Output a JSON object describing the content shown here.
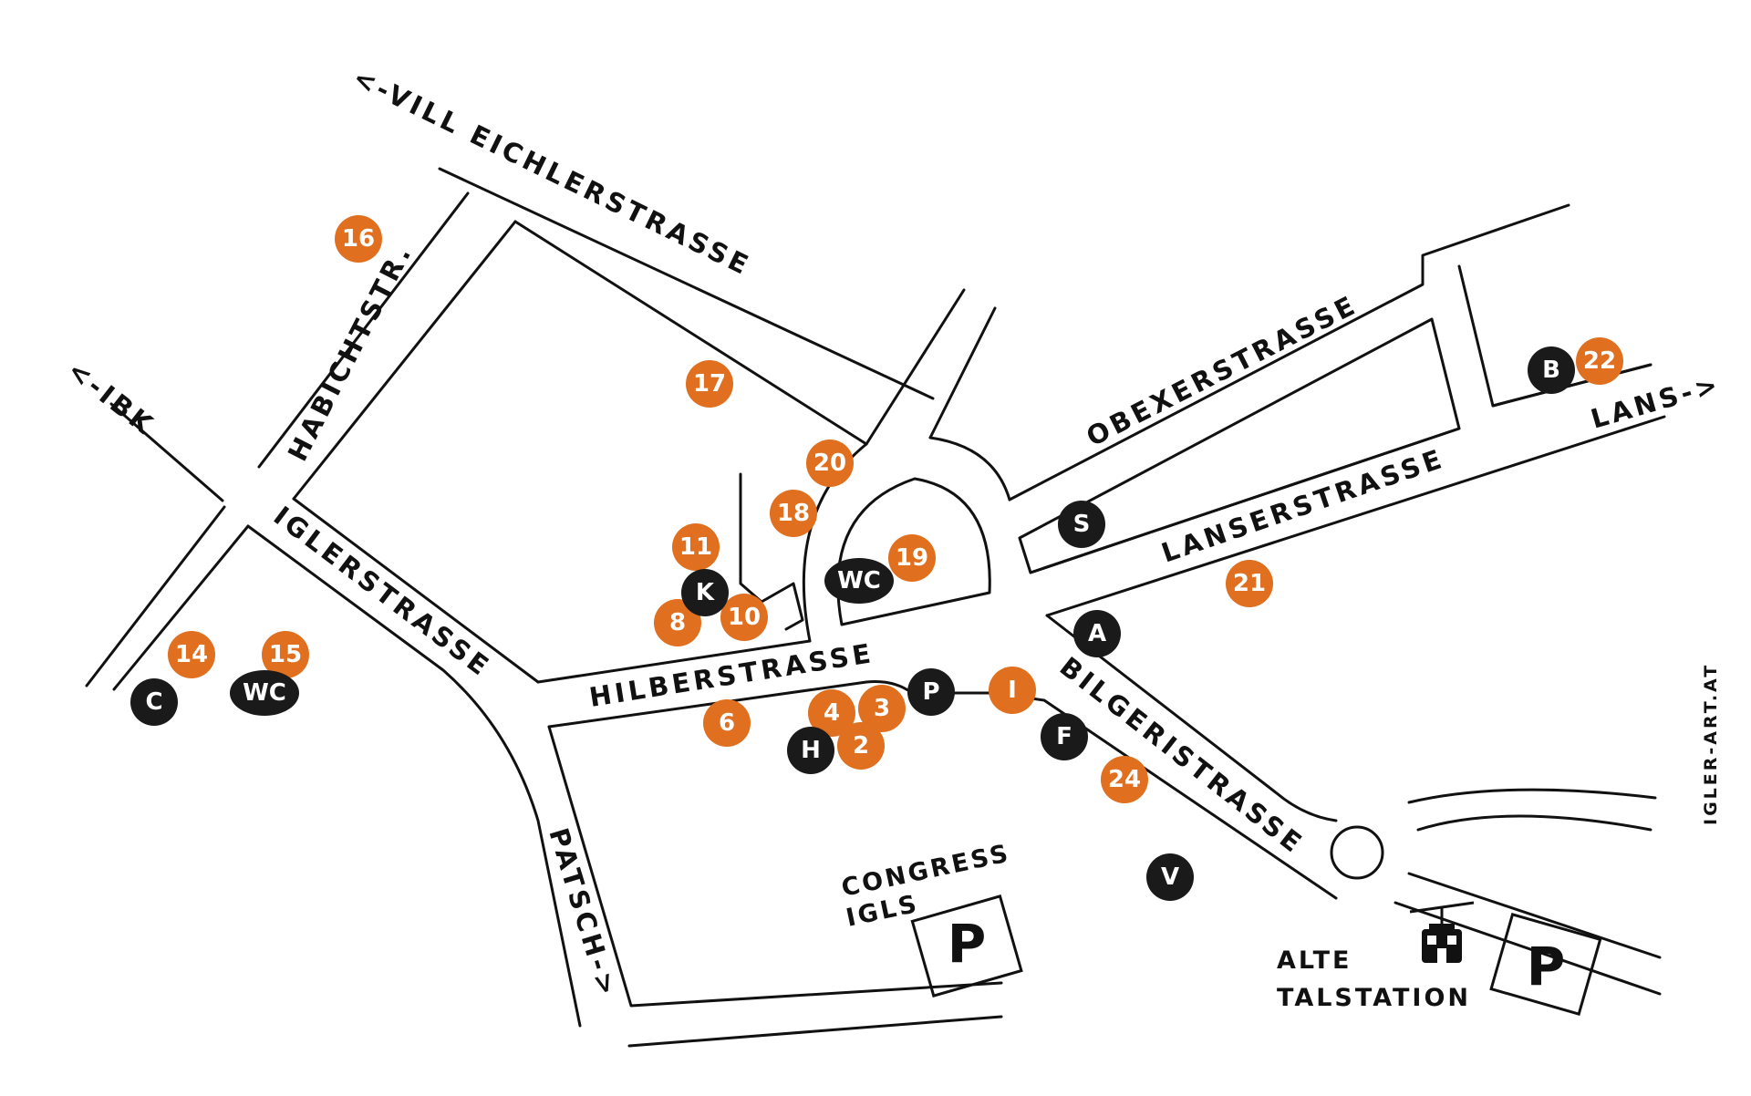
{
  "map": {
    "colors": {
      "orange": "#E07020",
      "black": "#1A1A1A",
      "road": "#111111",
      "background": "#FFFFFF"
    },
    "streets": {
      "vill_eichlerstrasse": "<-VILL EICHLERSTRASSE",
      "habichtstr": "HABICHTSTR.",
      "ibk": "<-IBK",
      "iglerstrasse": "IGLERSTRASSE",
      "hilberstrasse": "HILBERSTRASSE",
      "patsch": "PATSCH->",
      "obexerstrasse": "OBEXERSTRASSE",
      "lanserstrasse": "LANSERSTRASSE",
      "lans": "LANS->",
      "bilgeristrasse": "BILGERISTRASSE"
    },
    "places": {
      "congress_line1": "CONGRESS",
      "congress_line2": "IGLS",
      "talstation_line1": "ALTE",
      "talstation_line2": "TALSTATION",
      "credit": "IGLER-ART.AT"
    },
    "parking": {
      "congress": "P",
      "talstation": "P"
    },
    "orange_markers": [
      "16",
      "17",
      "20",
      "18",
      "11",
      "19",
      "8",
      "10",
      "14",
      "15",
      "21",
      "22",
      "6",
      "4",
      "3",
      "2",
      "I",
      "24"
    ],
    "black_markers": [
      "K",
      "S",
      "B",
      "A",
      "C",
      "P",
      "H",
      "F",
      "V"
    ],
    "wc_markers": [
      "WC",
      "WC"
    ],
    "icons": {
      "cable_car": "cable-car-icon"
    }
  }
}
